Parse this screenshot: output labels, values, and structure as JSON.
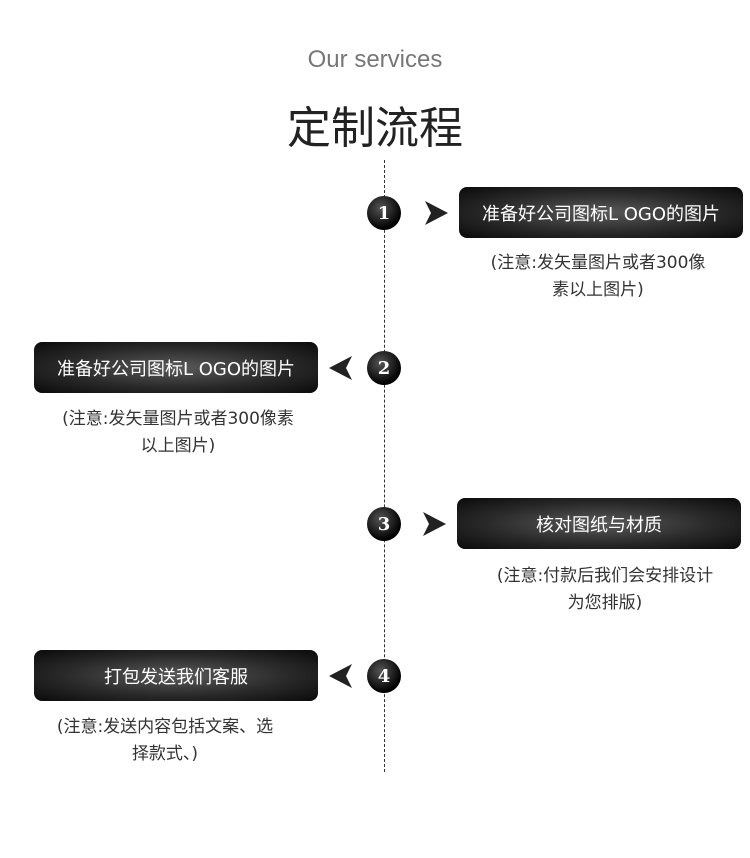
{
  "header": {
    "subtitle": "Our services",
    "title": "定制流程"
  },
  "steps": [
    {
      "number": "1",
      "label": "准备好公司图标L OGO的图片",
      "note_line1": "(注意:发矢量图片或者300像",
      "note_line2": "素以上图片)"
    },
    {
      "number": "2",
      "label": "准备好公司图标L OGO的图片",
      "note_line1": "(注意:发矢量图片或者300像素",
      "note_line2": "以上图片)"
    },
    {
      "number": "3",
      "label": "核对图纸与材质",
      "note_line1": "(注意:付款后我们会安排设计",
      "note_line2": "为您排版)"
    },
    {
      "number": "4",
      "label": "打包发送我们客服",
      "note_line1": "(注意:发送内容包括文案、选",
      "note_line2": "择款式、)"
    }
  ]
}
